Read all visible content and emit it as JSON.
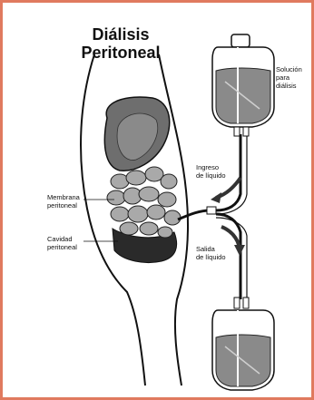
{
  "title": {
    "line1": "Diálisis",
    "line2": "Peritoneal"
  },
  "labels": {
    "solucion": [
      "Solución",
      "para",
      "diálisis"
    ],
    "ingreso": [
      "Ingreso",
      "de líquido"
    ],
    "salida": [
      "Salida",
      "de líquido"
    ],
    "membrana": [
      "Membrana",
      "peritoneal"
    ],
    "cavidad": [
      "Cavidad",
      "peritoneal"
    ]
  },
  "colors": {
    "frame": "#e07a5f",
    "outline": "#111111",
    "fluid": "#8a8a8a",
    "intestine": "#a9a9a9",
    "cavity": "#2a2a2a"
  }
}
